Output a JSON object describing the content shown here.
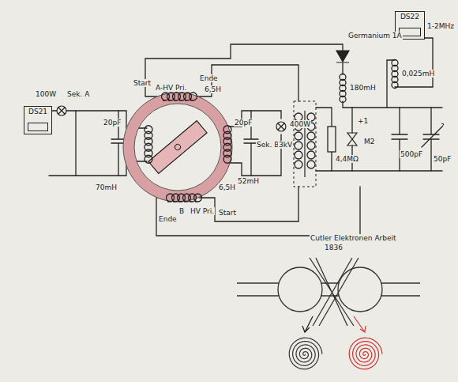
{
  "diagram": {
    "nodes": [
      {
        "text": [
          "DS21"
        ]
      },
      {
        "text": [
          "DS22"
        ]
      }
    ],
    "labels": [
      "100W",
      "Sek. A",
      "20pF",
      "70mH",
      "Start",
      "A-HV Pri.",
      "Ende",
      "6,5H",
      "20pF",
      "Sek. B",
      "400W",
      "52mH",
      "B",
      "HV Pri.",
      "Ende",
      "6,5H",
      "Start",
      "Germanium 1A",
      "180mH",
      "1-2MHz",
      "0,025mH",
      "3kV",
      "4,4MΩ",
      "+1",
      "M2",
      "500pF",
      "50pF",
      "Cutler Elektronen Arbeit",
      "1836"
    ]
  }
}
